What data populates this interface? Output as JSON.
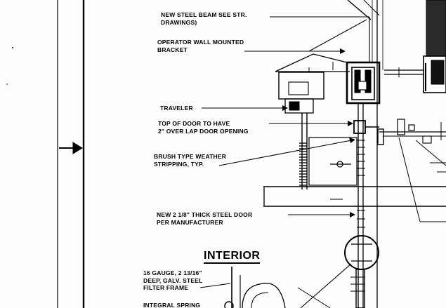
{
  "labels": {
    "beam": [
      "NEW STEEL BEAM SEE STR.",
      "DRAWINGS)"
    ],
    "bracket": [
      "OPERATOR WALL MOUNTED",
      "BRACKET"
    ],
    "traveler": "TRAVELER",
    "top_of_door": [
      "TOP OF DOOR  TO HAVE",
      "2\" OVER LAP DOOR OPENING"
    ],
    "brush": [
      "BRUSH TYPE WEATHER",
      "STRIPPING, TYP."
    ],
    "steel_door": [
      "NEW  2 1/8\" THICK STEEL DOOR",
      "PER MANUFACTURER"
    ],
    "filter_frame": [
      "16 GAUGE, 2 13/16\"",
      "DEEP, GALV. STEEL",
      "FILTER FRAME"
    ],
    "spring": "INTEGRAL SPRING"
  },
  "heading": "INTERIOR"
}
